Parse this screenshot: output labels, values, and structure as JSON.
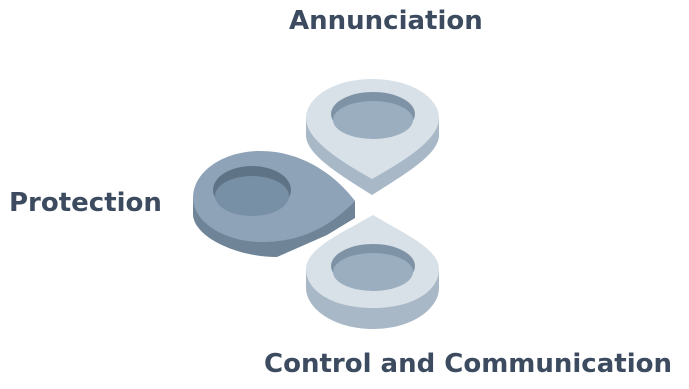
{
  "diagram": {
    "labels": {
      "top": "Annunciation",
      "left": "Protection",
      "bottom": "Control and Communication"
    },
    "colors": {
      "text": "#3c4b5f",
      "light_top": "#d8e1e8",
      "light_side": "#a9b8c7",
      "light_hole": "#9aaebf",
      "light_hole_shadow": "#7f93a6",
      "dark_top": "#8ea3b7",
      "dark_side": "#6f8497",
      "dark_hole": "#7890a5",
      "dark_hole_shadow": "#5f7386"
    }
  }
}
